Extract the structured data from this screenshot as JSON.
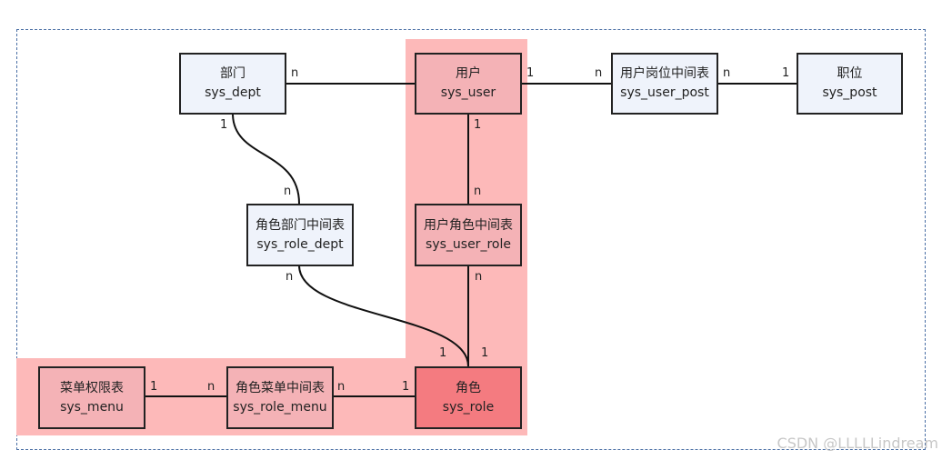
{
  "entities": {
    "dept": {
      "cn": "部门",
      "code": "sys_dept"
    },
    "user": {
      "cn": "用户",
      "code": "sys_user"
    },
    "user_post": {
      "cn": "用户岗位中间表",
      "code": "sys_user_post"
    },
    "post": {
      "cn": "职位",
      "code": "sys_post"
    },
    "role_dept": {
      "cn": "角色部门中间表",
      "code": "sys_role_dept"
    },
    "user_role": {
      "cn": "用户角色中间表",
      "code": "sys_user_role"
    },
    "menu": {
      "cn": "菜单权限表",
      "code": "sys_menu"
    },
    "role_menu": {
      "cn": "角色菜单中间表",
      "code": "sys_role_menu"
    },
    "role": {
      "cn": "角色",
      "code": "sys_role"
    }
  },
  "cardinality": {
    "dept_user_n": "n",
    "user_userpost_1": "1",
    "userpost_user_n": "n",
    "userpost_post_n": "n",
    "post_userpost_1": "1",
    "dept_roledept_1": "1",
    "roledept_dept_n": "n",
    "user_userrole_1": "1",
    "userrole_user_n": "n",
    "roledept_role_n": "n",
    "userrole_role_n": "n",
    "role_roledept_1": "1",
    "role_userrole_1": "1",
    "menu_rolemenu_1": "1",
    "rolemenu_menu_n": "n",
    "rolemenu_role_n": "n",
    "role_rolemenu_1": "1"
  },
  "colors": {
    "highlight": "#fdb9b9",
    "entity_blue": "#eff3fb",
    "entity_pink": "#f4b2b6",
    "entity_red": "#f47b80",
    "frame": "#4a6fa5"
  },
  "watermark": "CSDN @LLLLLindream"
}
